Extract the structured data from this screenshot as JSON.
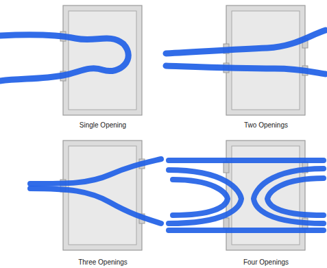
{
  "diagram": {
    "labels": [
      "Single Opening",
      "Two Openings",
      "Three Openings",
      "Four Openings"
    ]
  }
}
